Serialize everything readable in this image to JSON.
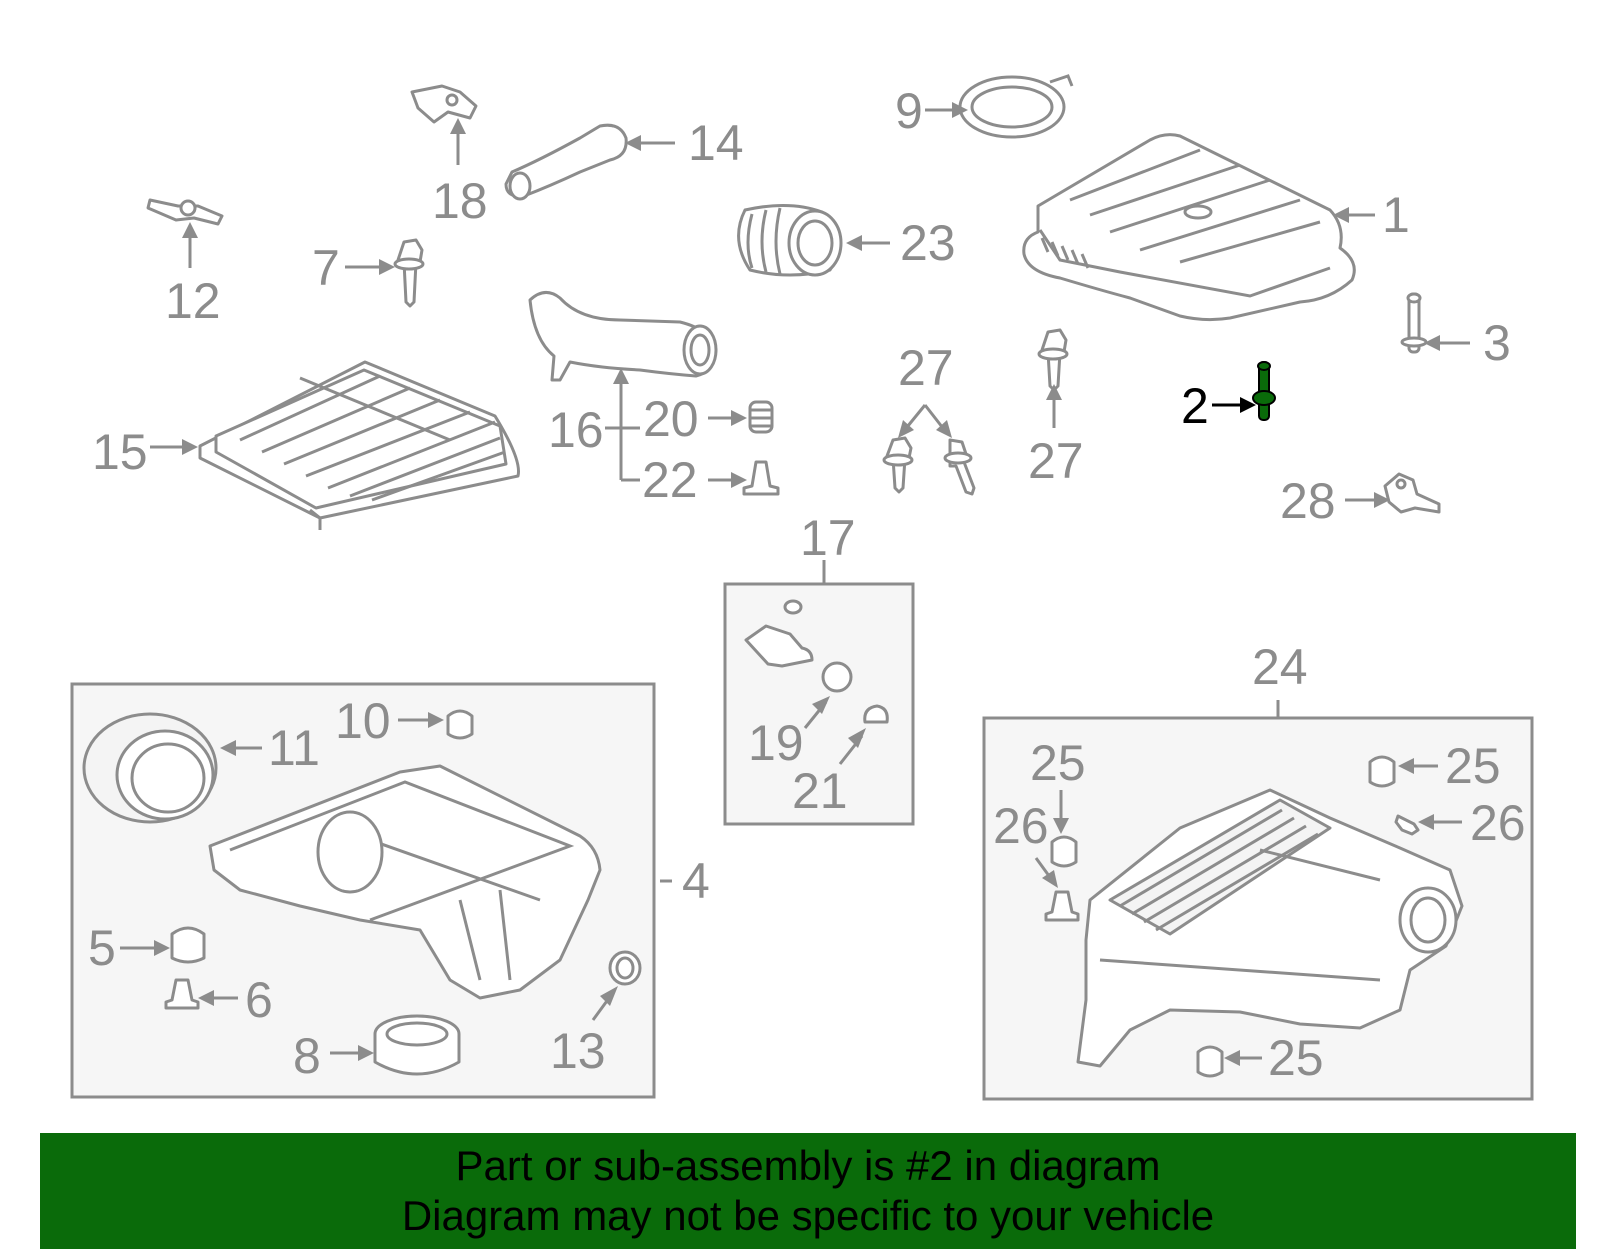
{
  "labels": {
    "l1": "1",
    "l2": "2",
    "l3": "3",
    "l4": "4",
    "l5": "5",
    "l6": "6",
    "l7": "7",
    "l8": "8",
    "l9": "9",
    "l10": "10",
    "l11": "11",
    "l12": "12",
    "l13": "13",
    "l14": "14",
    "l15": "15",
    "l16": "16",
    "l17": "17",
    "l18": "18",
    "l19": "19",
    "l20": "20",
    "l21": "21",
    "l22": "22",
    "l23": "23",
    "l24": "24",
    "l25a": "25",
    "l25b": "25",
    "l25c": "25",
    "l26a": "26",
    "l26b": "26",
    "l27a": "27",
    "l27b": "27",
    "l28": "28"
  },
  "highlight_part": "2",
  "colors": {
    "highlight": "#0a6b0a",
    "line": "#8c8c8c",
    "banner": "#0a6b0a"
  },
  "banner": {
    "line1": "Part or sub-assembly is #2 in diagram",
    "line2": "Diagram may not be specific to your vehicle"
  }
}
